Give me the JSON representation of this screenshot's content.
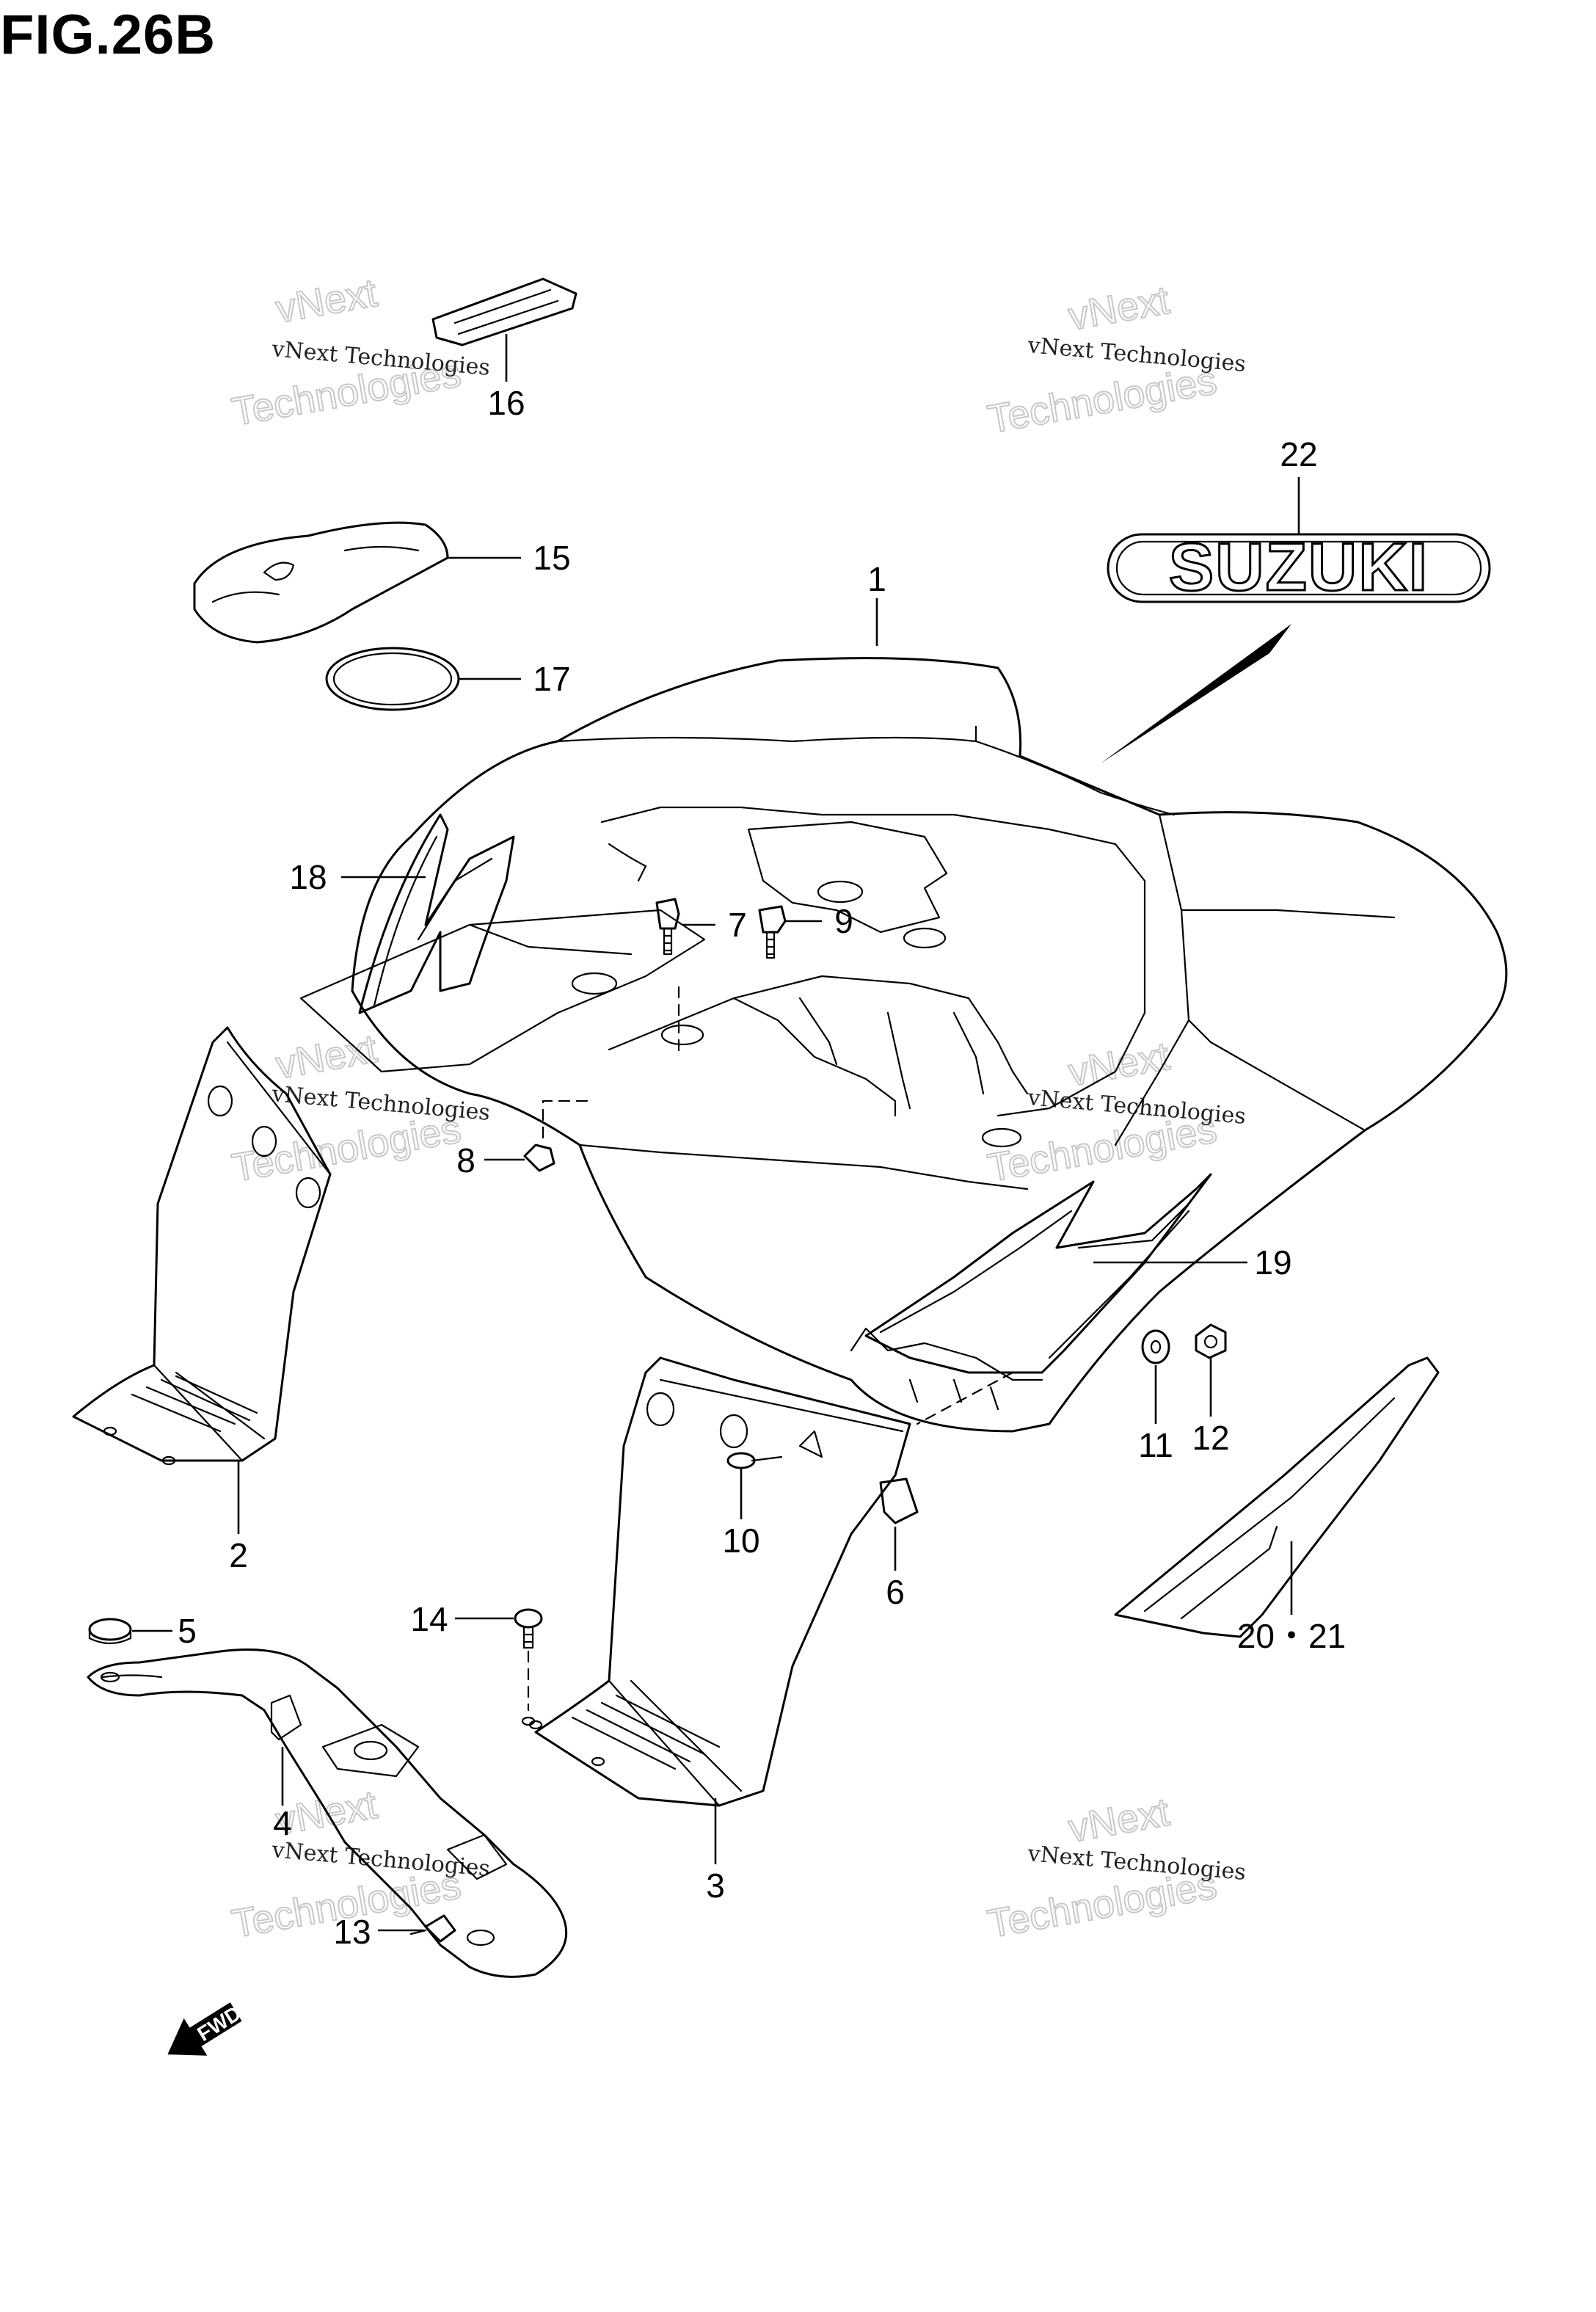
{
  "figure": {
    "title": "FIG.26B"
  },
  "brand_emblem": {
    "text": "SUZUKI"
  },
  "direction_arrow": {
    "label": "FWD"
  },
  "watermark": {
    "line1": "vNext Technologies",
    "big1": "vNext",
    "big2": "Technologies"
  },
  "callouts": [
    {
      "id": "c1",
      "text": "1"
    },
    {
      "id": "c2",
      "text": "2"
    },
    {
      "id": "c3",
      "text": "3"
    },
    {
      "id": "c4",
      "text": "4"
    },
    {
      "id": "c5",
      "text": "5"
    },
    {
      "id": "c6",
      "text": "6"
    },
    {
      "id": "c7",
      "text": "7"
    },
    {
      "id": "c8",
      "text": "8"
    },
    {
      "id": "c9",
      "text": "9"
    },
    {
      "id": "c10",
      "text": "10"
    },
    {
      "id": "c11",
      "text": "11"
    },
    {
      "id": "c12",
      "text": "12"
    },
    {
      "id": "c13",
      "text": "13"
    },
    {
      "id": "c14",
      "text": "14"
    },
    {
      "id": "c15",
      "text": "15"
    },
    {
      "id": "c16",
      "text": "16"
    },
    {
      "id": "c17",
      "text": "17"
    },
    {
      "id": "c18",
      "text": "18"
    },
    {
      "id": "c19",
      "text": "19"
    },
    {
      "id": "c20",
      "text": "20・21"
    },
    {
      "id": "c22",
      "text": "22"
    }
  ]
}
